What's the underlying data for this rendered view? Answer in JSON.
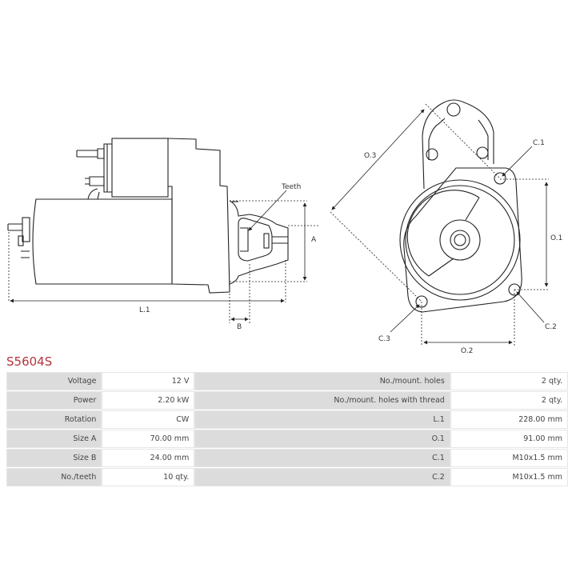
{
  "product_code": "S5604S",
  "drawing_labels": {
    "teeth": "Teeth",
    "a": "A",
    "b": "B",
    "l1": "L.1",
    "o1": "O.1",
    "o2": "O.2",
    "o3": "O.3",
    "c1": "C.1",
    "c2": "C.2",
    "c3": "C.3"
  },
  "specs": [
    {
      "label": "Voltage",
      "value": "12 V",
      "label2": "No./mount. holes",
      "value2": "2 qty."
    },
    {
      "label": "Power",
      "value": "2.20 kW",
      "label2": "No./mount. holes with thread",
      "value2": "2 qty."
    },
    {
      "label": "Rotation",
      "value": "CW",
      "label2": "L.1",
      "value2": "228.00 mm"
    },
    {
      "label": "Size A",
      "value": "70.00 mm",
      "label2": "O.1",
      "value2": "91.00 mm"
    },
    {
      "label": "Size B",
      "value": "24.00 mm",
      "label2": "C.1",
      "value2": "M10x1.5 mm"
    },
    {
      "label": "No./teeth",
      "value": "10 qty.",
      "label2": "C.2",
      "value2": "M10x1.5 mm"
    }
  ],
  "colors": {
    "title": "#b5333d",
    "label_bg": "#dcdcdc"
  }
}
